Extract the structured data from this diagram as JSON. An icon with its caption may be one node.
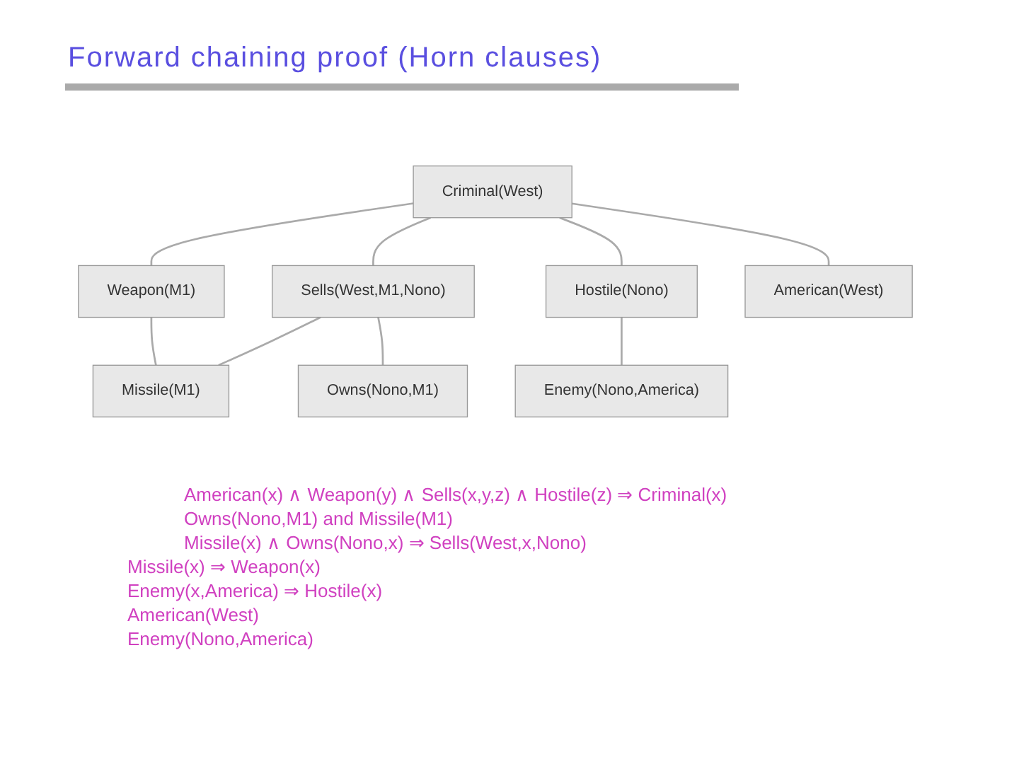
{
  "diagram": {
    "title": "Forward chaining proof (Horn clauses)",
    "nodes": [
      {
        "text": [
          "Criminal(West)"
        ]
      },
      {
        "text": [
          "Weapon(M1)"
        ]
      },
      {
        "text": [
          "Sells(West,M1,Nono)"
        ]
      },
      {
        "text": [
          "Hostile(Nono)"
        ]
      },
      {
        "text": [
          "American(West)"
        ]
      },
      {
        "text": [
          "Missile(M1)"
        ]
      },
      {
        "text": [
          "Owns(Nono,M1)"
        ]
      },
      {
        "text": [
          "Enemy(Nono,America)"
        ]
      }
    ],
    "edges": [
      {
        "from": 0,
        "to": 4,
        "arrow": "none"
      },
      {
        "from": 0,
        "to": 1,
        "arrow": "none"
      },
      {
        "from": 0,
        "to": 2,
        "arrow": "none"
      },
      {
        "from": 0,
        "to": 3,
        "arrow": "none"
      },
      {
        "from": 1,
        "to": 5,
        "arrow": "none"
      },
      {
        "from": 2,
        "to": 5,
        "arrow": "none"
      },
      {
        "from": 2,
        "to": 6,
        "arrow": "none"
      },
      {
        "from": 3,
        "to": 7,
        "arrow": "none"
      }
    ],
    "labels": [
      "American(x) ∧ Weapon(y) ∧ Sells(x,y,z) ∧ Hostile(z) ⇒ Criminal(x)",
      "Owns(Nono,M1) and Missile(M1)",
      "Missile(x) ∧ Owns(Nono,x) ⇒ Sells(West,x,Nono)",
      "Missile(x) ⇒ Weapon(x)",
      "Enemy(x,America) ⇒ Hostile(x)",
      "American(West)",
      "Enemy(Nono,America)"
    ]
  }
}
